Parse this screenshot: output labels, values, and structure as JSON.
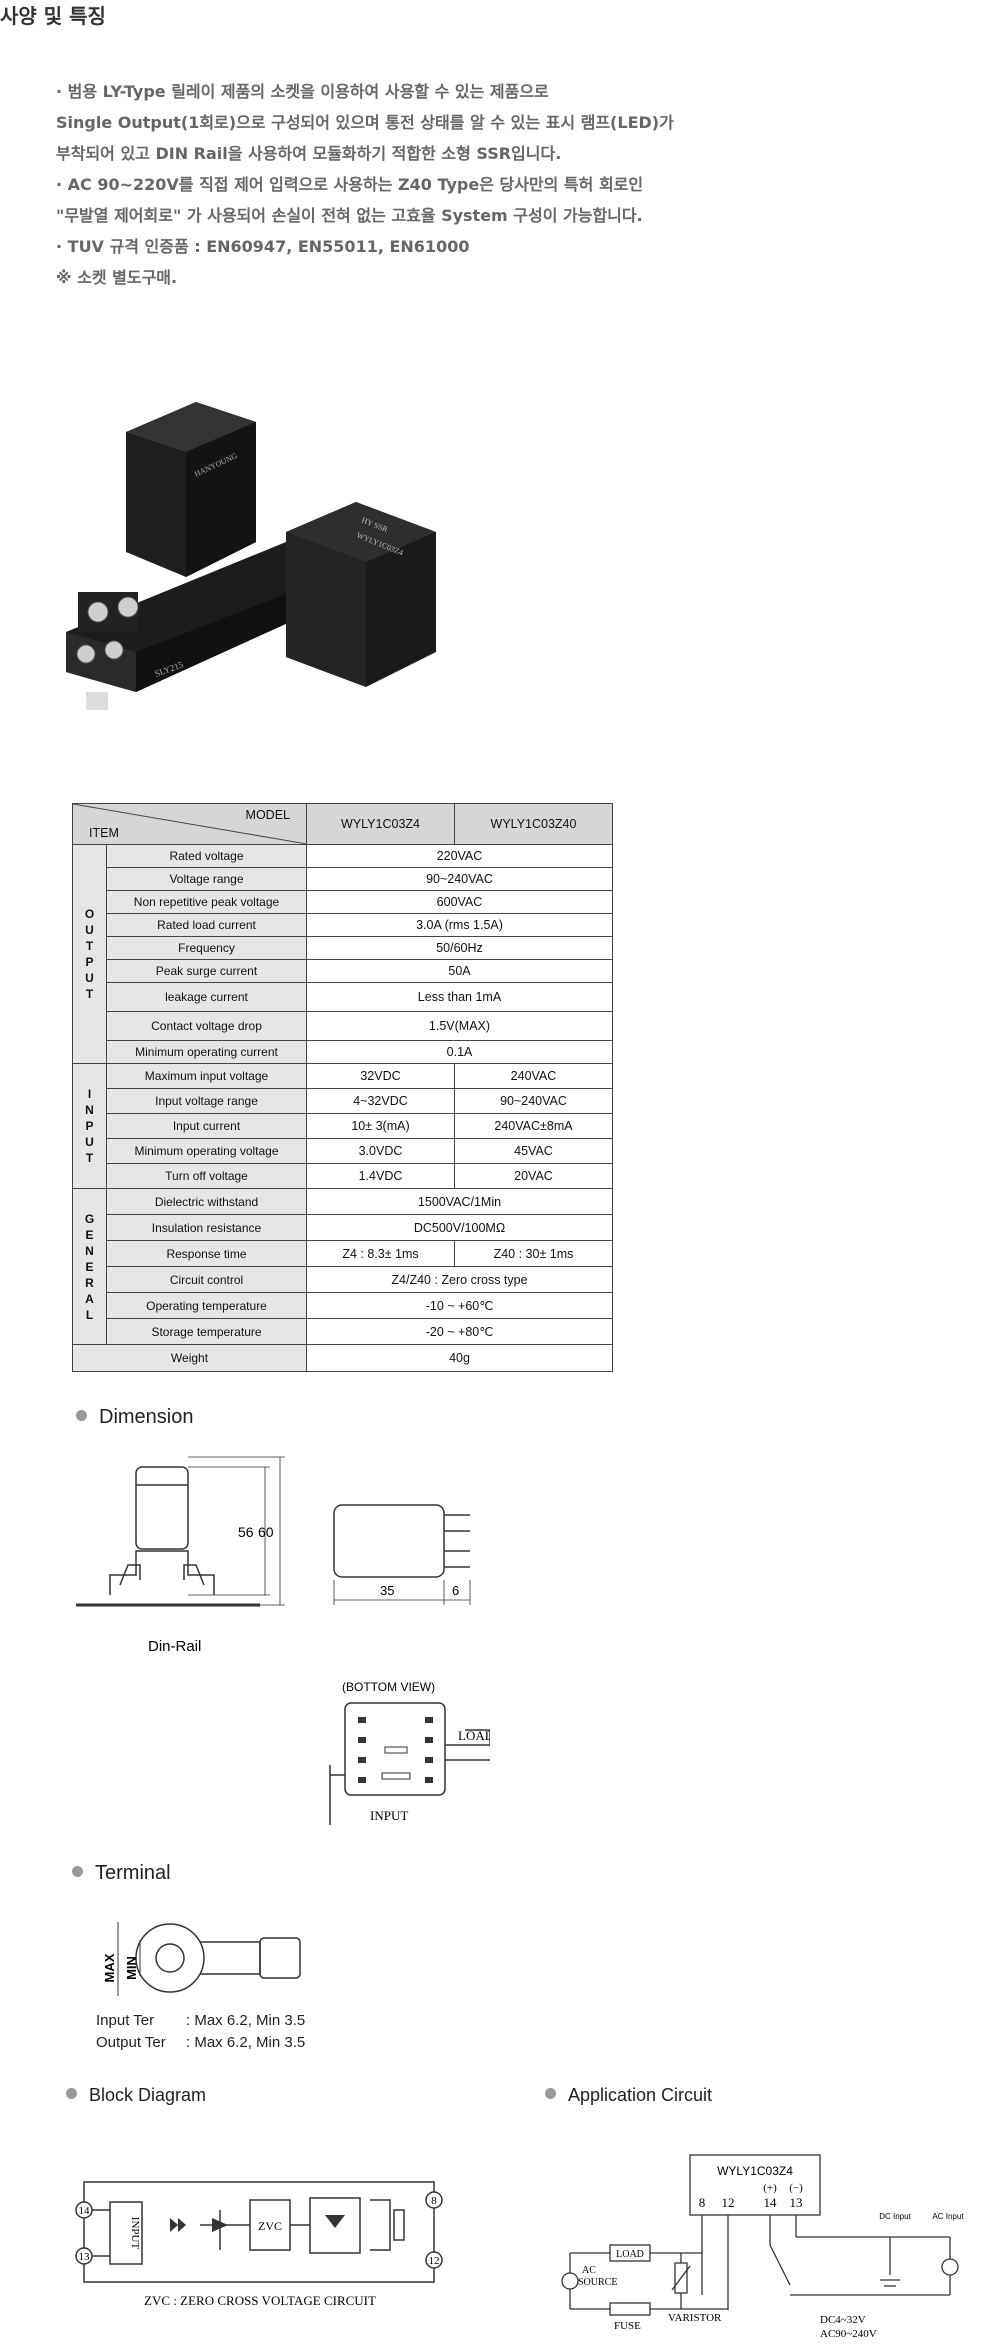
{
  "features": {
    "title": "사양 및 특징",
    "lines": [
      "·  범용 LY-Type 릴레이 제품의 소켓을 이용하여 사용할 수 있는 제품으로",
      "   Single Output(1회로)으로 구성되어 있으며 통전 상태를 알 수 있는 표시 램프(LED)가",
      "   부착되어 있고 DIN Rail을 사용하여 모듈화하기 적합한 소형 SSR입니다.",
      "·  AC 90~220V를 직접 제어 입력으로 사용하는 Z40 Type은 당사만의 특허 회로인",
      "   \"무발열 제어회로\" 가 사용되어 손실이 전혀 없는 고효율 System 구성이 가능합니다.",
      "·  TUV 규격 인증품 : EN60947, EN55011, EN61000",
      "※ 소켓 별도구매."
    ]
  },
  "photo": {
    "socket_brand": "HANYOUNG",
    "socket_model": "SLY215",
    "relay_brand": "HY SSR",
    "relay_model": "WYLY1C03Z4"
  },
  "spec": {
    "head_model": "MODEL",
    "head_item": "ITEM",
    "models": [
      "WYLY1C03Z4",
      "WYLY1C03Z40"
    ],
    "groups": {
      "output": "O\nU\nT\nP\nU\nT",
      "input": "I\nN\nP\nU\nT",
      "general": "G\nE\nN\nE\nR\nA\nL"
    },
    "output_rows": [
      [
        "Rated voltage",
        "220VAC"
      ],
      [
        "Voltage range",
        "90~240VAC"
      ],
      [
        "Non repetitive peak voltage",
        "600VAC"
      ],
      [
        "Rated load current",
        "3.0A (rms 1.5A)"
      ],
      [
        "Frequency",
        "50/60Hz"
      ],
      [
        "Peak surge current",
        "50A"
      ],
      [
        "leakage current",
        "Less than 1mA"
      ],
      [
        "Contact voltage drop",
        "1.5V(MAX)"
      ],
      [
        "Minimum operating current",
        "0.1A"
      ]
    ],
    "input_rows": [
      [
        "Maximum input voltage",
        "32VDC",
        "240VAC"
      ],
      [
        "Input voltage range",
        "4~32VDC",
        "90~240VAC"
      ],
      [
        "Input current",
        "10± 3(mA)",
        "240VAC±8mA"
      ],
      [
        "Minimum operating voltage",
        "3.0VDC",
        "45VAC"
      ],
      [
        "Turn off voltage",
        "1.4VDC",
        "20VAC"
      ]
    ],
    "general_rows": [
      [
        "Dielectric withstand",
        "1500VAC/1Min"
      ],
      [
        "Insulation resistance",
        "DC500V/100MΩ"
      ],
      [
        "Response time",
        "Z4 : 8.3± 1ms",
        "Z40 : 30± 1ms"
      ],
      [
        "Circuit control",
        "Z4/Z40 : Zero cross type"
      ],
      [
        "Operating temperature",
        "-10 ~ +60℃"
      ],
      [
        "Storage temperature",
        "-20 ~ +80℃"
      ]
    ],
    "weight_row": [
      "Weight",
      "40g"
    ]
  },
  "dimension": {
    "title": "Dimension",
    "dim_56": "56",
    "dim_60": "60",
    "dim_35": "35",
    "dim_6": "6",
    "din_label": "Din-Rail",
    "bottom_view": "(BOTTOM VIEW)",
    "load": "LOAD",
    "input": "INPUT"
  },
  "terminal": {
    "title": "Terminal",
    "max": "MAX",
    "min": "MIN",
    "input_key": "Input Ter",
    "input_val": ": Max 6.2, Min 3.5",
    "output_key": "Output Ter",
    "output_val": ": Max 6.2, Min 3.5"
  },
  "block": {
    "title": "Block  Diagram",
    "input": "INPUT",
    "zvc": "ZVC",
    "t14": "14",
    "t13": "13",
    "t8": "8",
    "t12": "12",
    "caption": "ZVC : ZERO CROSS VOLTAGE CIRCUIT"
  },
  "app": {
    "title": "Application Circuit",
    "model": "WYLY1C03Z4",
    "t8": "8",
    "t12": "12",
    "t14": "14",
    "t13": "13",
    "plus": "(+)",
    "minus": "(−)",
    "load": "LOAD",
    "ac": "AC",
    "source": "SOURCE",
    "fuse": "FUSE",
    "varistor": "VARISTOR",
    "dc_input": "DC Input",
    "ac_input": "AC Input",
    "dc_range": "DC4~32V",
    "ac_range": "AC90~240V"
  }
}
